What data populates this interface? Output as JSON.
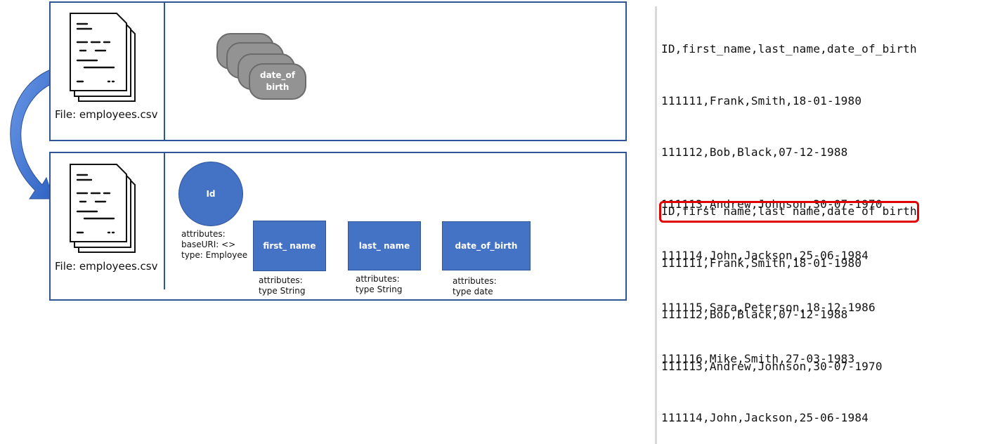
{
  "top_panel": {
    "file_label": "File: employees.csv",
    "stacked_node_label": "date_of\nbirth"
  },
  "bottom_panel": {
    "file_label": "File: employees.csv",
    "id_node": {
      "label": "Id",
      "attributes": [
        "attributes:",
        "baseURI: <>",
        "type: Employee"
      ]
    },
    "column_nodes": [
      {
        "label": "first_ name",
        "attributes": [
          "attributes:",
          "type String"
        ]
      },
      {
        "label": "last_ name",
        "attributes": [
          "attributes:",
          "type String"
        ]
      },
      {
        "label": "date_of_birth",
        "attributes": [
          "attributes:",
          "type date"
        ]
      }
    ]
  },
  "csv_top": {
    "lines": [
      "ID,first_name,last_name,date_of_birth",
      "111111,Frank,Smith,18-01-1980",
      "111112,Bob,Black,07-12-1988",
      "111113,Andrew,Johnson,30-07-1970",
      "111114,John,Jackson,25-06-1984",
      "111115,Sara,Peterson,18-12-1986",
      "111116,Mike,Smith,27-03-1983"
    ]
  },
  "csv_bottom": {
    "lines": [
      "ID,first name,last name,date of birth",
      "111111,Frank,Smith,18-01-1980",
      "111112,Bob,Black,07-12-1988",
      "111113,Andrew,Johnson,30-07-1970",
      "111114,John,Jackson,25-06-1984"
    ],
    "highlighted_line_index": 0
  },
  "colors": {
    "panel_border": "#2f5597",
    "node_fill": "#4472c4",
    "pill_fill": "#939393",
    "arrow": "#3f74d1",
    "highlight": "#e00000"
  },
  "icons": [
    "document-stack-icon",
    "curved-arrow-icon"
  ]
}
